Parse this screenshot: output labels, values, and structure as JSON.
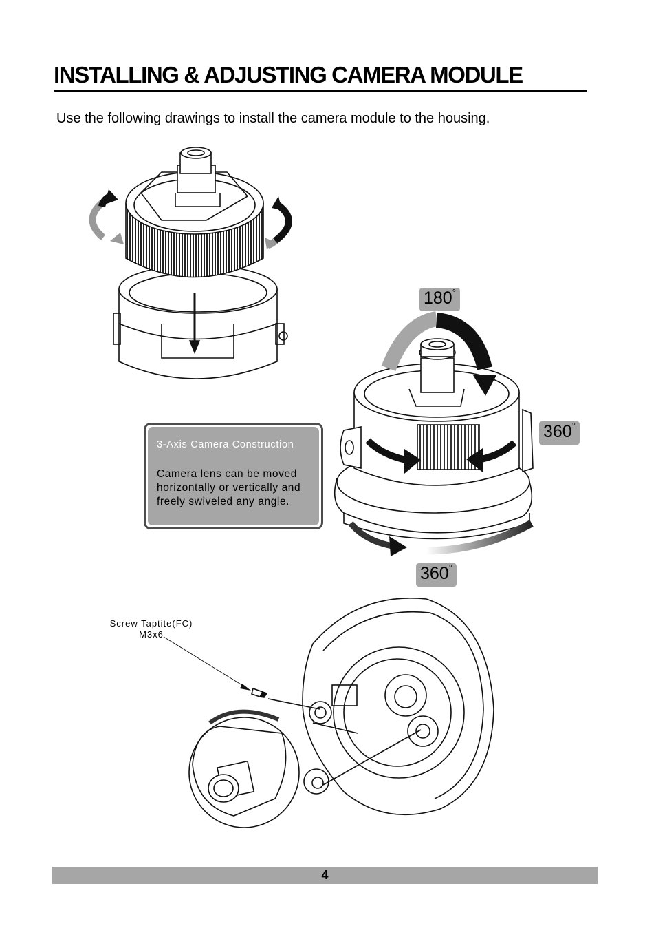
{
  "header": {
    "title": "INSTALLING & ADJUSTING CAMERA MODULE"
  },
  "intro": "Use the following drawings to install the camera module to the housing.",
  "rotation_badges": {
    "tilt": {
      "value": "180",
      "unit": "°"
    },
    "pan": {
      "value": "360",
      "unit": "°"
    },
    "base": {
      "value": "360",
      "unit": "°"
    }
  },
  "info_box": {
    "title": "3-Axis Camera Construction",
    "body": "Camera lens can be moved horizontally or vertically and freely swiveled any angle."
  },
  "callout": {
    "line1": "Screw Taptite(FC)",
    "line2": "M3x6"
  },
  "footer": {
    "page_number": "4"
  },
  "colors": {
    "badge_gray": "#a6a6a6",
    "footer_gray": "#a6a6a6",
    "box_border": "#4d4d4d"
  }
}
